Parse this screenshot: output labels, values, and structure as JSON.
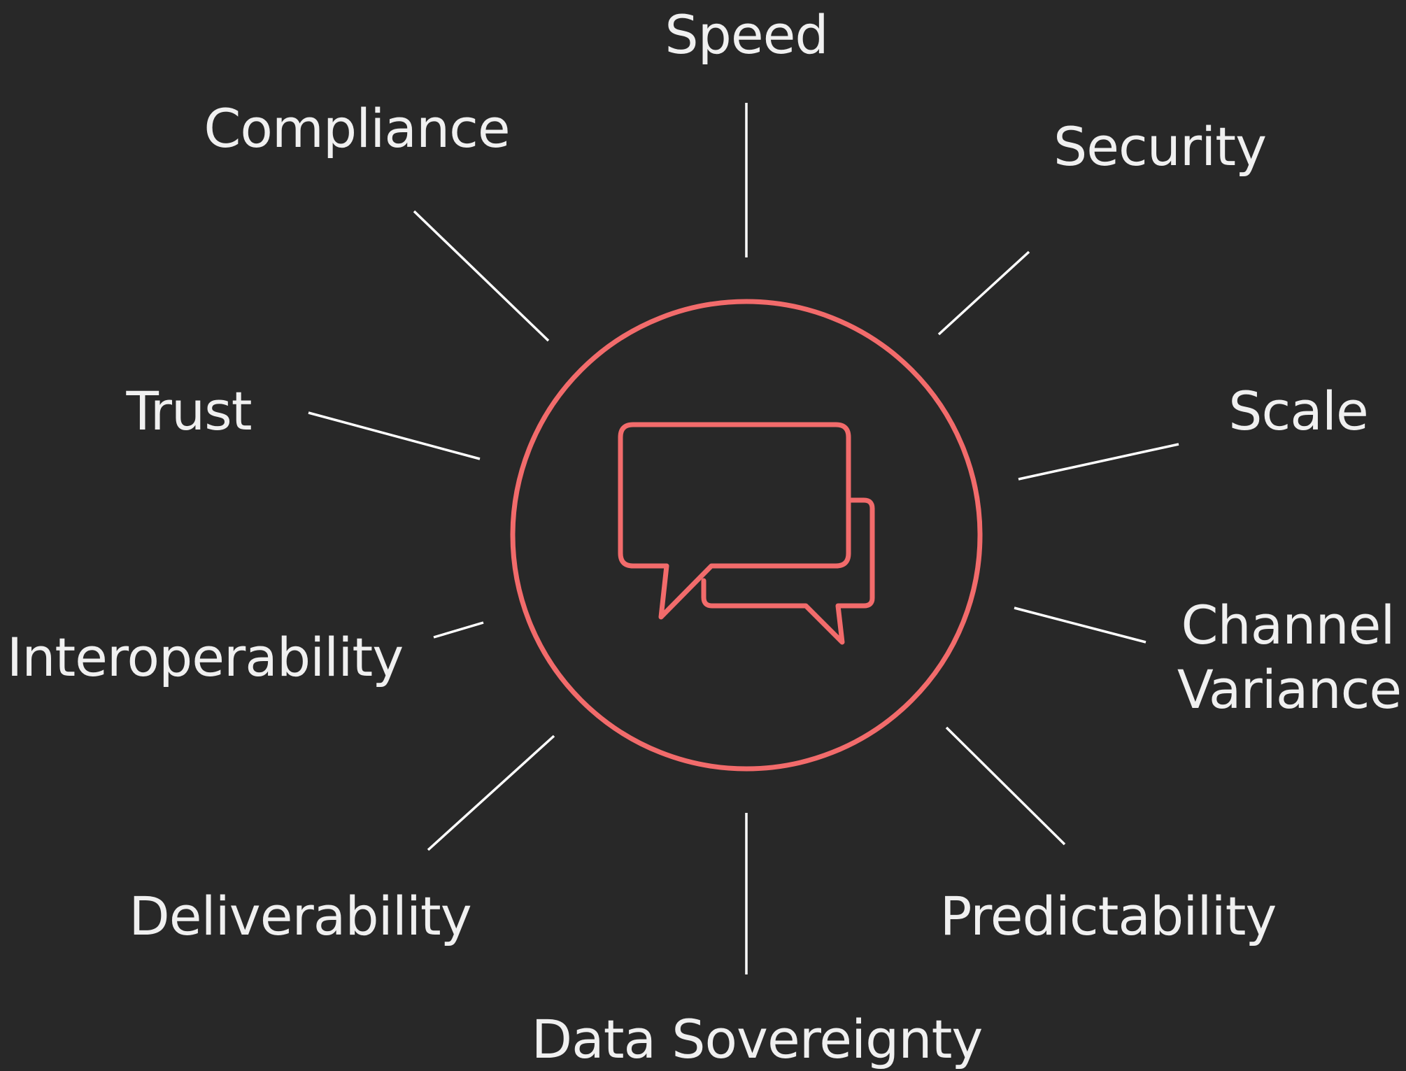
{
  "diagram": {
    "center_icon": "chat-bubbles-icon",
    "accent_color": "#f26b6b",
    "background_color": "#282828",
    "text_color": "#f0f0f0",
    "line_color": "#ffffff",
    "labels": {
      "speed": "Speed",
      "security": "Security",
      "scale": "Scale",
      "channel_variance_line1": "Channel",
      "channel_variance_line2": "Variance",
      "predictability": "Predictability",
      "data_sovereignty": "Data Sovereignty",
      "deliverability": "Deliverability",
      "interoperability": "Interoperability",
      "trust": "Trust",
      "compliance": "Compliance"
    }
  }
}
